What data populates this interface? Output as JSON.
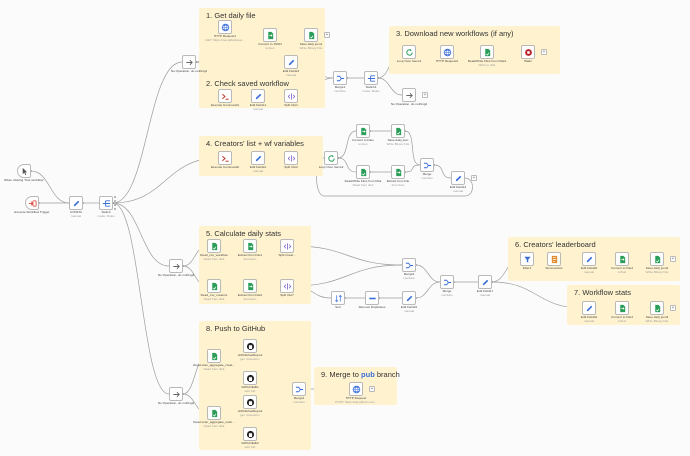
{
  "groups": [
    {
      "id": "g1",
      "title": "1. Get daily file"
    },
    {
      "id": "g2",
      "title": "2. Check saved workflow"
    },
    {
      "id": "g3",
      "title": "3. Download new workflows (if any)"
    },
    {
      "id": "g4",
      "title": "4. Creators' list + wf variables"
    },
    {
      "id": "g5",
      "title": "5. Calculate daily stats"
    },
    {
      "id": "g6",
      "title": "6. Creators' leaderboard"
    },
    {
      "id": "g7",
      "title": "7. Workflow stats"
    },
    {
      "id": "g8",
      "title": "8. Push to GitHub"
    },
    {
      "id": "g9",
      "title_pre": "9. Merge to ",
      "title_hl": "pub",
      "title_post": " branch"
    }
  ],
  "nodes": [
    {
      "id": "trig_click",
      "label": "When clicking 'Test workflow'",
      "icon": "cursor-icon",
      "color": "#555555"
    },
    {
      "id": "trig_exec",
      "label": "Execute Workflow Trigger",
      "icon": "exec-trigger-icon",
      "color": "#e0574a"
    },
    {
      "id": "config",
      "label": "CONFIG",
      "sub": "manual",
      "icon": "pencil-icon",
      "color": "#3a6fd8"
    },
    {
      "id": "switch",
      "label": "Switch",
      "sub": "mode: Rules",
      "icon": "switch-icon",
      "color": "#3a6fd8"
    },
    {
      "id": "noop1",
      "label": "No Operation, do nothing1",
      "icon": "arrow-right-icon",
      "color": "#666666"
    },
    {
      "id": "http1",
      "label": "HTTP Request1",
      "sub": "GET: https://raw.githubuser...",
      "icon": "globe-icon",
      "color": "#3a6fd8"
    },
    {
      "id": "conv_json",
      "label": "Convert to JSON",
      "sub": "toJson",
      "icon": "file-convert-icon",
      "color": "#2a9d58"
    },
    {
      "id": "save_daily1",
      "label": "Save daily json1",
      "sub": "Write Binary File",
      "icon": "save-file-icon",
      "color": "#2a9d58"
    },
    {
      "id": "edit_fields3",
      "label": "Edit Fields3",
      "sub": "manual",
      "icon": "pencil-icon",
      "color": "#3a6fd8"
    },
    {
      "id": "exec_cmd1",
      "label": "Execute Command1",
      "icon": "terminal-icon",
      "color": "#c0392b"
    },
    {
      "id": "edit_fields1",
      "label": "Edit Fields1",
      "sub": "manual",
      "icon": "pencil-icon",
      "color": "#3a6fd8"
    },
    {
      "id": "split_out1",
      "label": "Split Out1",
      "icon": "split-icon",
      "color": "#7b61c9"
    },
    {
      "id": "merge1",
      "label": "Merge1",
      "sub": "combine",
      "icon": "merge-icon",
      "color": "#3a6fd8"
    },
    {
      "id": "switch1",
      "label": "Switch1",
      "sub": "mode: Rules",
      "icon": "switch-icon",
      "color": "#3a6fd8"
    },
    {
      "id": "loop_items1",
      "label": "Loop Over Items1",
      "icon": "loop-icon",
      "color": "#2a9d58"
    },
    {
      "id": "http2",
      "label": "HTTP Request2",
      "icon": "globe-icon",
      "color": "#3a6fd8"
    },
    {
      "id": "read_write1",
      "label": "Read/Write Files from Disk1",
      "sub": "Write to disk",
      "icon": "save-file-icon",
      "color": "#2a9d58"
    },
    {
      "id": "wait1",
      "label": "Wait1",
      "icon": "stop-icon",
      "color": "#b8232b"
    },
    {
      "id": "noop2",
      "label": "No Operation, do nothing2",
      "icon": "arrow-right-icon",
      "color": "#666666"
    },
    {
      "id": "exec_cmd2",
      "label": "Execute Command2",
      "icon": "terminal-icon",
      "color": "#c0392b"
    },
    {
      "id": "edit_fields2",
      "label": "Edit Fields2",
      "sub": "manual",
      "icon": "pencil-icon",
      "color": "#3a6fd8"
    },
    {
      "id": "split_out2",
      "label": "Split Out2",
      "icon": "split-icon",
      "color": "#7b61c9"
    },
    {
      "id": "loop_items2",
      "label": "Loop Over Items2",
      "icon": "loop-icon",
      "color": "#2a9d58"
    },
    {
      "id": "conv_files",
      "label": "Convert to Files",
      "sub": "toJson",
      "icon": "file-convert-icon",
      "color": "#2a9d58"
    },
    {
      "id": "save_daily",
      "label": "Save daily json",
      "sub": "Write Binary File",
      "icon": "save-file-icon",
      "color": "#2a9d58"
    },
    {
      "id": "read_write_files",
      "label": "Read/Write Files from Disk",
      "sub": "Read from disk",
      "icon": "save-file-icon",
      "color": "#2a9d58"
    },
    {
      "id": "extract_file",
      "label": "Extract from File",
      "sub": "fromJson",
      "icon": "file-convert-icon",
      "color": "#2a9d58"
    },
    {
      "id": "merge_main",
      "label": "Merge",
      "sub": "combine",
      "icon": "merge-icon",
      "color": "#3a6fd8"
    },
    {
      "id": "edit_fields4",
      "label": "Edit Fields4",
      "sub": "manual",
      "icon": "pencil-icon",
      "color": "#3a6fd8"
    },
    {
      "id": "noop3",
      "label": "No Operation, do nothing3",
      "icon": "arrow-right-icon",
      "color": "#666666"
    },
    {
      "id": "read_csv_wf",
      "label": "Read_csv_workflow",
      "sub": "Read from disk",
      "icon": "save-file-icon",
      "color": "#2a9d58"
    },
    {
      "id": "extract_file1",
      "label": "Extract from File1",
      "sub": "fromJson",
      "icon": "file-convert-icon",
      "color": "#2a9d58"
    },
    {
      "id": "split_creat",
      "label": "Split Creat...",
      "icon": "split-icon",
      "color": "#7b61c9"
    },
    {
      "id": "read_csv_creators",
      "label": "Read_csv_creators",
      "sub": "Read from disk",
      "icon": "save-file-icon",
      "color": "#2a9d58"
    },
    {
      "id": "extract_file2",
      "label": "Extract from File2",
      "sub": "fromJson",
      "icon": "file-convert-icon",
      "color": "#2a9d58"
    },
    {
      "id": "split_out7",
      "label": "Split Out7",
      "icon": "split-icon",
      "color": "#7b61c9"
    },
    {
      "id": "merge2",
      "label": "Merge2",
      "sub": "combine",
      "icon": "merge-icon",
      "color": "#3a6fd8"
    },
    {
      "id": "sort",
      "label": "Sort",
      "icon": "sort-icon",
      "color": "#3a6fd8"
    },
    {
      "id": "remove_dup",
      "label": "Remove Duplicates",
      "icon": "minus-icon",
      "color": "#3a6fd8"
    },
    {
      "id": "edit_fields5",
      "label": "Edit Fields5",
      "sub": "manual",
      "icon": "pencil-icon",
      "color": "#3a6fd8"
    },
    {
      "id": "merge3",
      "label": "Merge",
      "sub": "combine",
      "icon": "merge-icon",
      "color": "#3a6fd8"
    },
    {
      "id": "edit_fields6",
      "label": "Edit Fields7",
      "sub": "manual",
      "icon": "pencil-icon",
      "color": "#3a6fd8"
    },
    {
      "id": "filter1",
      "label": "Filter1",
      "icon": "filter-icon",
      "color": "#3a6fd8"
    },
    {
      "id": "summarize1",
      "label": "Summarize1",
      "icon": "summarize-icon",
      "color": "#e08a2e"
    },
    {
      "id": "edit_fields8",
      "label": "Edit Fields8",
      "sub": "manual",
      "icon": "pencil-icon",
      "color": "#3a6fd8"
    },
    {
      "id": "convert_md",
      "label": "Convert to File3",
      "sub": "toText",
      "icon": "file-convert-icon",
      "color": "#2a9d58"
    },
    {
      "id": "save_daily_md",
      "label": "Save daily json2",
      "sub": "Write Binary File",
      "icon": "save-file-icon",
      "color": "#2a9d58"
    },
    {
      "id": "edit_fields9",
      "label": "Edit Fields9",
      "sub": "manual",
      "icon": "pencil-icon",
      "color": "#3a6fd8"
    },
    {
      "id": "convert_md2",
      "label": "Convert to File4",
      "sub": "toText",
      "icon": "file-convert-icon",
      "color": "#2a9d58"
    },
    {
      "id": "save_daily_md2",
      "label": "Save daily json3",
      "sub": "Write Binary File",
      "icon": "save-file-icon",
      "color": "#2a9d58"
    },
    {
      "id": "noop4",
      "label": "No Operation, do nothing4",
      "icon": "arrow-right-icon",
      "color": "#666666"
    },
    {
      "id": "read_wf_agg",
      "label": "Read scan_aggregate_creat...",
      "sub": "Read from disk",
      "icon": "save-file-icon",
      "color": "#2a9d58"
    },
    {
      "id": "github_a",
      "label": "GitHub/GetRepo1",
      "sub": "get: repository",
      "icon": "github-icon",
      "color": "#222222"
    },
    {
      "id": "github_b",
      "label": "GitHub/Edit1",
      "sub": "edit: file",
      "icon": "github-icon",
      "color": "#222222"
    },
    {
      "id": "read_wf_agg2",
      "label": "Read scan_aggregate_work...",
      "sub": "Read from disk",
      "icon": "save-file-icon",
      "color": "#2a9d58"
    },
    {
      "id": "github_c",
      "label": "GitHub/GetRepo2",
      "sub": "get: repository",
      "icon": "github-icon",
      "color": "#222222"
    },
    {
      "id": "github_d",
      "label": "GitHub/Edit2",
      "sub": "edit: file",
      "icon": "github-icon",
      "color": "#222222"
    },
    {
      "id": "merge_gh",
      "label": "Merge4",
      "sub": "combine",
      "icon": "merge-icon",
      "color": "#3a6fd8"
    },
    {
      "id": "http_pub",
      "label": "HTTP Request",
      "sub": "POST: https://api.github.com...",
      "icon": "globe-icon",
      "color": "#3a6fd8"
    }
  ]
}
